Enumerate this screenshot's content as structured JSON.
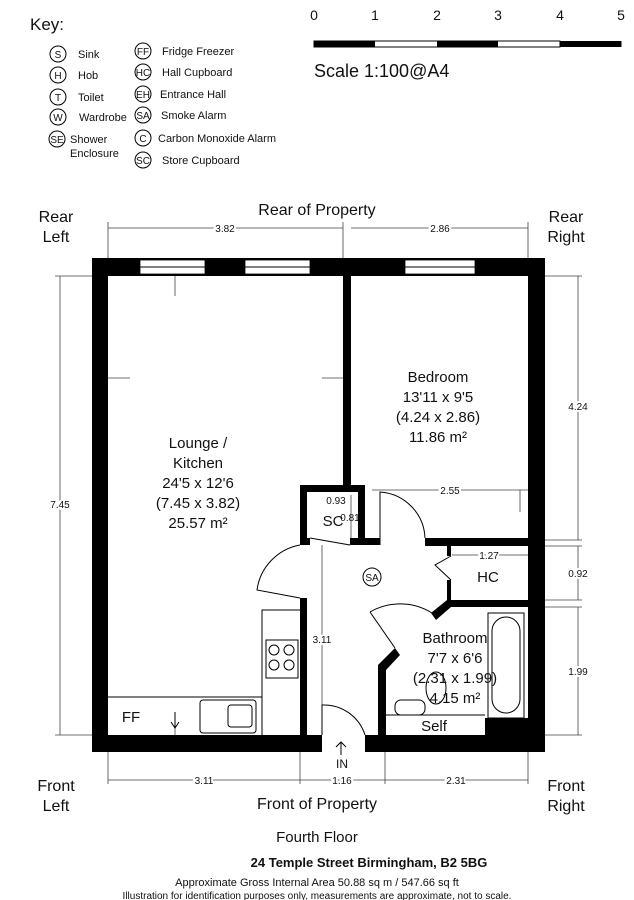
{
  "key": {
    "title": "Key:",
    "items": [
      {
        "code": "S",
        "label": "Sink"
      },
      {
        "code": "H",
        "label": "Hob"
      },
      {
        "code": "T",
        "label": "Toilet"
      },
      {
        "code": "W",
        "label": "Wardrobe"
      },
      {
        "code": "SE",
        "label": "Shower",
        "label2": "Enclosure"
      },
      {
        "code": "FF",
        "label": "Fridge Freezer"
      },
      {
        "code": "HC",
        "label": "Hall Cupboard"
      },
      {
        "code": "EH",
        "label": "Entrance Hall"
      },
      {
        "code": "SA",
        "label": "Smoke Alarm"
      },
      {
        "code": "C",
        "label": "Carbon Monoxide Alarm"
      },
      {
        "code": "SC",
        "label": "Store Cupboard"
      }
    ]
  },
  "scale": {
    "ticks": [
      "0",
      "1",
      "2",
      "3",
      "4",
      "5"
    ],
    "label": "Scale 1:100@A4"
  },
  "orientation": {
    "rear": "Rear of Property",
    "front": "Front of Property",
    "rear_left": [
      "Rear",
      "Left"
    ],
    "rear_right": [
      "Rear",
      "Right"
    ],
    "front_left": [
      "Front",
      "Left"
    ],
    "front_right": [
      "Front",
      "Right"
    ]
  },
  "rooms": {
    "lounge": {
      "name1": "Lounge /",
      "name2": "Kitchen",
      "imperial": "24'5 x 12'6",
      "metric": "(7.45 x 3.82)",
      "area": "25.57 m²"
    },
    "bedroom": {
      "name": "Bedroom",
      "imperial": "13'11 x 9'5",
      "metric": "(4.24 x 2.86)",
      "area": "11.86 m²"
    },
    "bathroom": {
      "name": "Bathroom",
      "imperial": "7'7 x 6'6",
      "metric": "(2.31 x 1.99)",
      "area": "4.15 m²"
    },
    "sc": "SC",
    "hc": "HC",
    "ff": "FF",
    "sa": "SA",
    "self": "Self",
    "entrance": "IN"
  },
  "dimensions": {
    "top_left": "3.82",
    "top_right": "2.86",
    "left": "7.45",
    "right_bedroom": "4.24",
    "right_hc": "0.92",
    "right_bath": "1.99",
    "bottom_left": "3.11",
    "bottom_mid": "1.16",
    "bottom_right": "2.31",
    "sc_w": "0.93",
    "sc_h": "0.81",
    "hall_w": "2.55",
    "hc_w": "1.27",
    "hall_h": "3.11"
  },
  "footer": {
    "floor": "Fourth Floor",
    "address": "24 Temple Street Birmingham, B2 5BG",
    "area": "Approximate Gross Internal Area 50.88 sq m / 547.66 sq ft",
    "disclaimer": "Illustration for identification purposes only, measurements are approximate, not to scale."
  }
}
